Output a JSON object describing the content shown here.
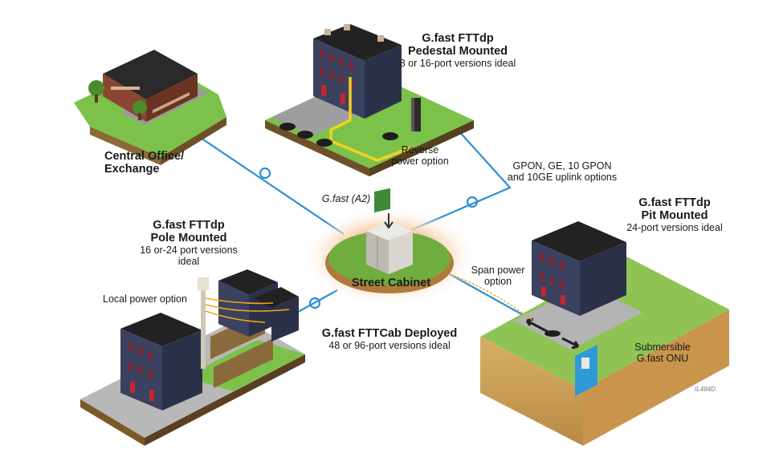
{
  "nodes": {
    "central_office": {
      "title_line1": "Central Office/",
      "title_line2": "Exchange"
    },
    "pedestal": {
      "title_line1": "G.fast FTTdp",
      "title_line2": "Pedestal Mounted",
      "subtitle": "8 or 16-port versions ideal"
    },
    "pole": {
      "title_line1": "G.fast FTTdp",
      "title_line2": "Pole Mounted",
      "subtitle": "16 or-24 port versions ideal"
    },
    "pit": {
      "title_line1": "G.fast FTTdp",
      "title_line2": "Pit Mounted",
      "subtitle": "24-port versions ideal"
    },
    "cabinet": {
      "title": "Street Cabinet"
    },
    "fttcab": {
      "title": "G.fast FTTCab Deployed",
      "subtitle": "48 or 96-port versions ideal"
    }
  },
  "notes": {
    "reverse_power_line1": "Reverse",
    "reverse_power_line2": "power option",
    "uplink_line1": "GPON, GE, 10 GPON",
    "uplink_line2": "and 10GE uplink options",
    "gfast_card": "G.fast (A2)",
    "local_power": "Local power option",
    "span_power_line1": "Span power",
    "span_power_line2": "option",
    "onu_line1": "Submersible",
    "onu_line2": "G.fast ONU",
    "figure_code": "IL484D"
  },
  "colors": {
    "fiber": "#2b8fd6",
    "grass": "#7cc24a",
    "grass_dark": "#4d8a2a",
    "soil": "#c9a25a",
    "building": "#3a4260",
    "roof": "#222222",
    "power": "#f2d21c",
    "water": "#2f9ad8"
  }
}
